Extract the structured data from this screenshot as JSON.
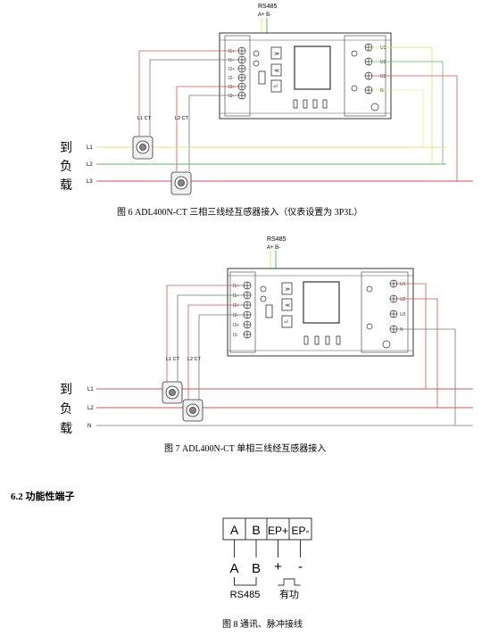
{
  "fig6": {
    "rs485_label": "RS485",
    "rs485_pins": "A+ B-",
    "ct_labels": [
      "L1 CT",
      "L2 CT"
    ],
    "left_terminals": [
      "I1+",
      "I1-",
      "I2+",
      "I2-",
      "I3+",
      "I3-"
    ],
    "right_terminals": [
      "U1",
      "U2",
      "U3",
      "N"
    ],
    "load_label": [
      "到",
      "负",
      "载"
    ],
    "lines": [
      "L1",
      "L2",
      "L3"
    ],
    "caption": "图 6   ADL400N-CT  三相三线经互感器接入（仪表设置为 3P3L）"
  },
  "fig7": {
    "rs485_label": "RS485",
    "rs485_pins": "A+ B-",
    "ct_labels": [
      "L1 CT",
      "L2 CT"
    ],
    "left_terminals": [
      "I1+",
      "I1-",
      "I2+",
      "I2-",
      "I3+",
      "I3-"
    ],
    "right_terminals": [
      "U1",
      "U2",
      "U3",
      "N"
    ],
    "load_label": [
      "到",
      "负",
      "载"
    ],
    "lines": [
      "L1",
      "L2",
      "N"
    ],
    "caption": "图 7   ADL400N-CT  单相三线经互感器接入"
  },
  "section": {
    "title": "6.2  功能性端子"
  },
  "fig8": {
    "terminals": [
      "A",
      "B",
      "EP+",
      "EP-"
    ],
    "signals": [
      "A",
      "B",
      "+",
      "-"
    ],
    "group_rs485": "RS485",
    "group_active": "有功",
    "caption": "图 8  通讯、脉冲接线"
  },
  "colors": {
    "red": "#d9534f",
    "green": "#5cb85c",
    "yellow": "#e8e070",
    "wire_gray": "#777777"
  }
}
